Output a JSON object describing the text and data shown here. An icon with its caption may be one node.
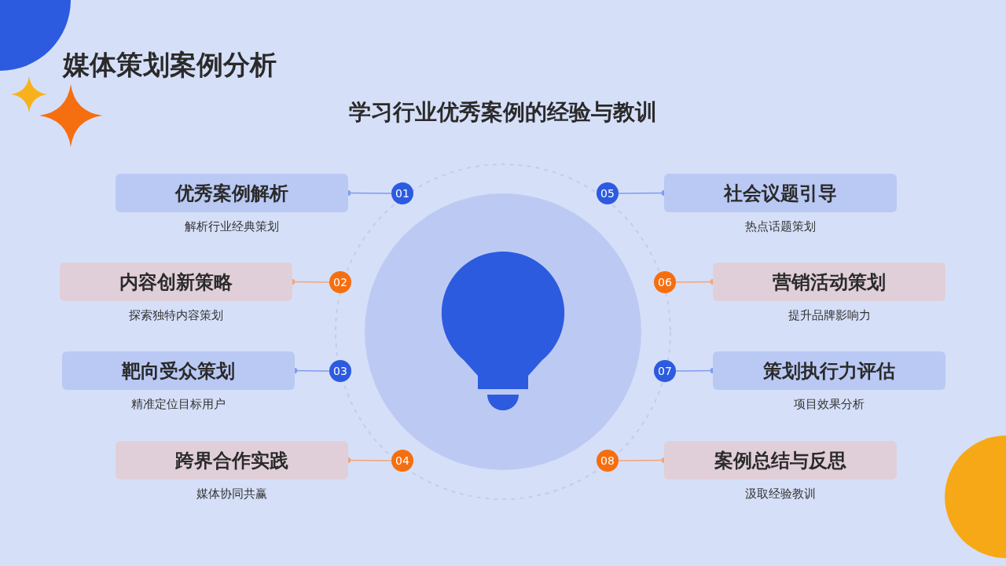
{
  "diagram": {
    "title": "媒体策划案例分析",
    "caption": "学习行业优秀案例的经验与教训",
    "nodes": [
      {
        "text": [
          "优秀案例解析"
        ],
        "beside": [
          "解析行业经典策划"
        ]
      },
      {
        "text": [
          "01"
        ]
      },
      {
        "text": [
          "内容创新策略"
        ],
        "beside": [
          "探索独特内容策划"
        ]
      },
      {
        "text": [
          "02"
        ]
      },
      {
        "text": [
          "靶向受众策划"
        ],
        "beside": [
          "精准定位目标用户"
        ]
      },
      {
        "text": [
          "03"
        ]
      },
      {
        "text": [
          "跨界合作实践"
        ],
        "beside": [
          "媒体协同共赢"
        ]
      },
      {
        "text": [
          "04"
        ]
      },
      {
        "text": [
          "社会议题引导"
        ],
        "beside": [
          "热点话题策划"
        ]
      },
      {
        "text": [
          "05"
        ]
      },
      {
        "text": [
          "营销活动策划"
        ],
        "beside": [
          "提升品牌影响力"
        ]
      },
      {
        "text": [
          "06"
        ]
      },
      {
        "text": [
          "策划执行力评估"
        ],
        "beside": [
          "项目效果分析"
        ]
      },
      {
        "text": [
          "07"
        ]
      },
      {
        "text": [
          "案例总结与反思"
        ],
        "beside": [
          "汲取经验教训"
        ]
      },
      {
        "text": [
          "08"
        ]
      }
    ],
    "edges": [
      {
        "from": 1,
        "to": 0,
        "arrow": "other"
      },
      {
        "from": 3,
        "to": 2,
        "arrow": "other",
        "color": "#f5a474"
      },
      {
        "from": 5,
        "to": 4,
        "arrow": "other"
      },
      {
        "from": 7,
        "to": 6,
        "arrow": "other",
        "color": "#f5a474"
      },
      {
        "from": 9,
        "to": 8,
        "arrow": "other"
      },
      {
        "from": 11,
        "to": 10,
        "arrow": "other",
        "color": "#f5a474"
      },
      {
        "from": 13,
        "to": 12,
        "arrow": "other"
      },
      {
        "from": 15,
        "to": 14,
        "arrow": "other",
        "color": "#f5a474"
      }
    ]
  }
}
